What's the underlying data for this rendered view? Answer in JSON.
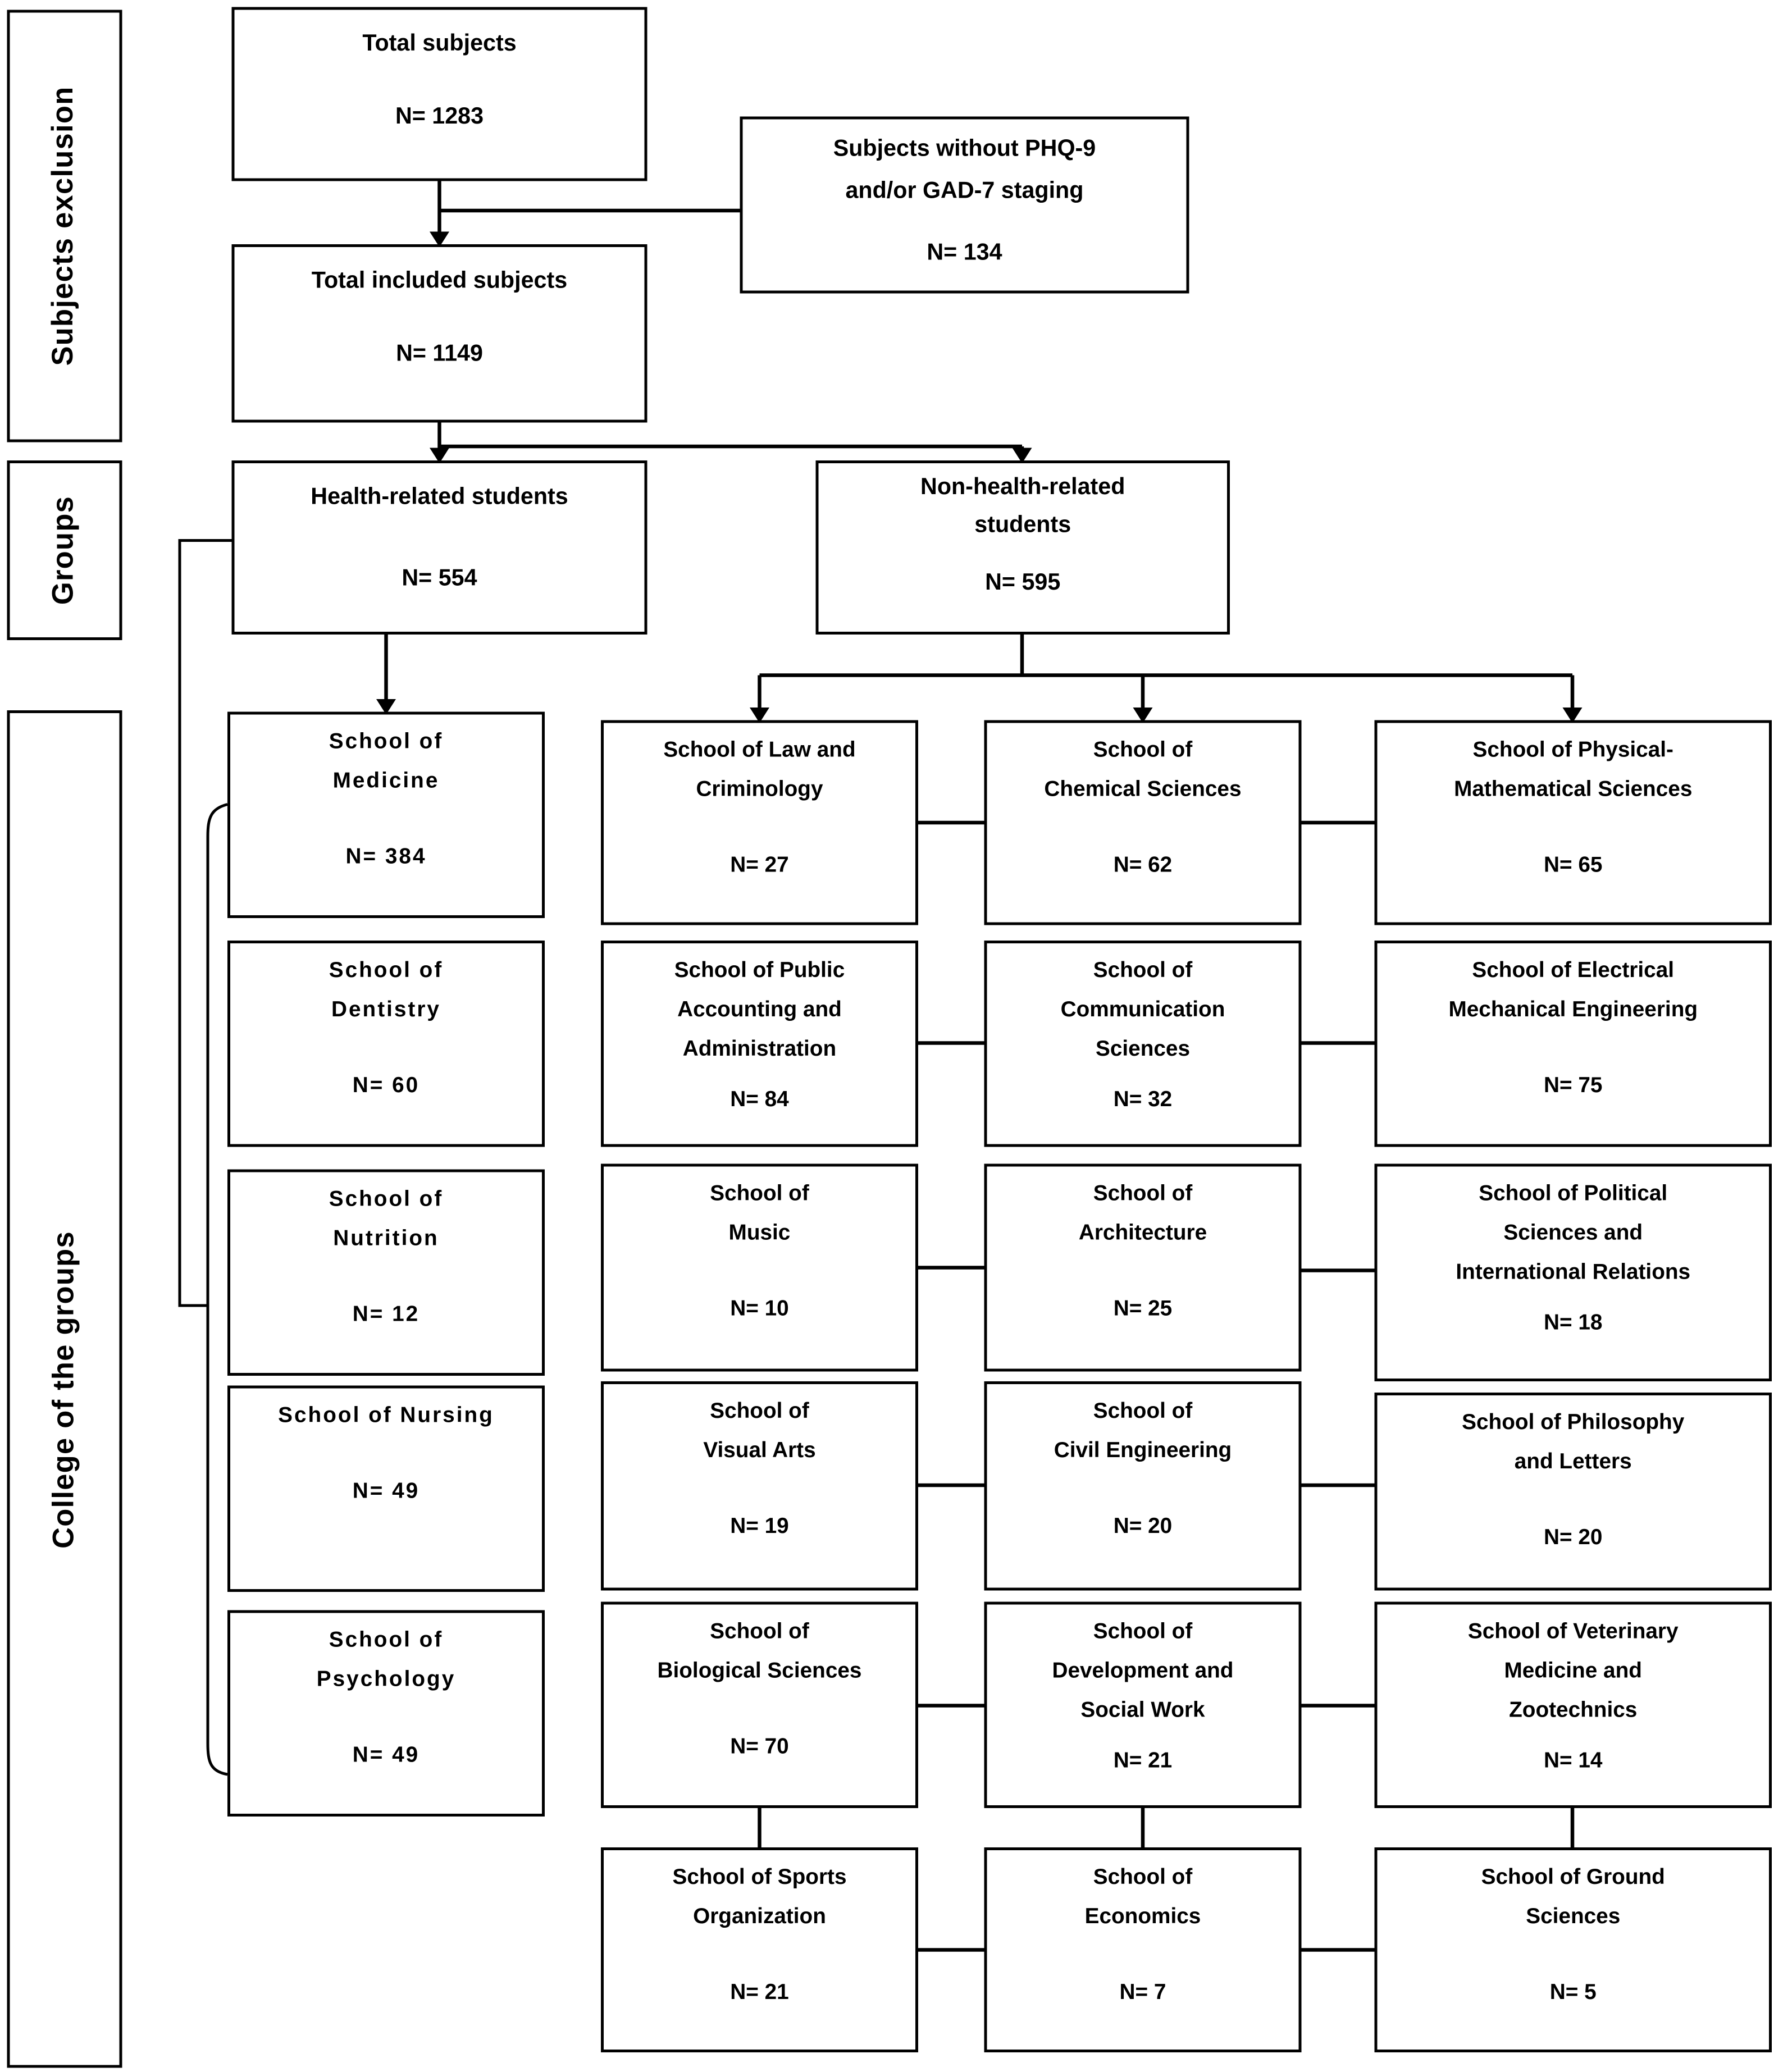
{
  "sidebar": {
    "sections": [
      {
        "label": "Subjects exclusion"
      },
      {
        "label": "Groups"
      },
      {
        "label": "College of the groups"
      }
    ]
  },
  "flow": {
    "total": {
      "title": "Total subjects",
      "n": "N= 1283"
    },
    "excluded": {
      "title": "Subjects without PHQ-9\nand/or GAD-7 staging",
      "n": "N= 134"
    },
    "included": {
      "title": "Total included  subjects",
      "n": "N= 1149"
    },
    "health": {
      "title": "Health-related students",
      "n": "N= 554"
    },
    "non_health": {
      "title": "Non-health-related\nstudents",
      "n": "N= 595"
    }
  },
  "schools": {
    "col1": [
      {
        "title": "School of\nMedicine",
        "n": "N= 384"
      },
      {
        "title": "School of\nDentistry",
        "n": "N= 60"
      },
      {
        "title": "School of\nNutrition",
        "n": "N= 12"
      },
      {
        "title": "School of Nursing",
        "n": "N= 49"
      },
      {
        "title": "School of\nPsychology",
        "n": "N= 49"
      }
    ],
    "col2": [
      {
        "title": "School of Law and\nCriminology",
        "n": "N= 27"
      },
      {
        "title": "School of Public\nAccounting and\nAdministration",
        "n": "N= 84"
      },
      {
        "title": "School of\nMusic",
        "n": "N= 10"
      },
      {
        "title": "School of\nVisual Arts",
        "n": "N= 19"
      },
      {
        "title": "School of\nBiological Sciences",
        "n": "N= 70"
      },
      {
        "title": "School of Sports\nOrganization",
        "n": "N= 21"
      }
    ],
    "col3": [
      {
        "title": "School of\nChemical Sciences",
        "n": "N= 62"
      },
      {
        "title": "School of\nCommunication\nSciences",
        "n": "N= 32"
      },
      {
        "title": "School of\nArchitecture",
        "n": "N= 25"
      },
      {
        "title": "School of\nCivil Engineering",
        "n": "N= 20"
      },
      {
        "title": "School of\nDevelopment and\nSocial Work",
        "n": "N= 21"
      },
      {
        "title": "School of\nEconomics",
        "n": "N= 7"
      }
    ],
    "col4": [
      {
        "title": "School of Physical-\nMathematical Sciences",
        "n": "N= 65"
      },
      {
        "title": "School of Electrical\nMechanical Engineering",
        "n": "N= 75"
      },
      {
        "title": "School of Political\nSciences and\nInternational Relations",
        "n": "N= 18"
      },
      {
        "title": "School of Philosophy\nand Letters",
        "n": "N= 20"
      },
      {
        "title": "School of Veterinary\nMedicine and\nZootechnics",
        "n": "N= 14"
      },
      {
        "title": "School of Ground\nSciences",
        "n": "N= 5"
      }
    ]
  }
}
